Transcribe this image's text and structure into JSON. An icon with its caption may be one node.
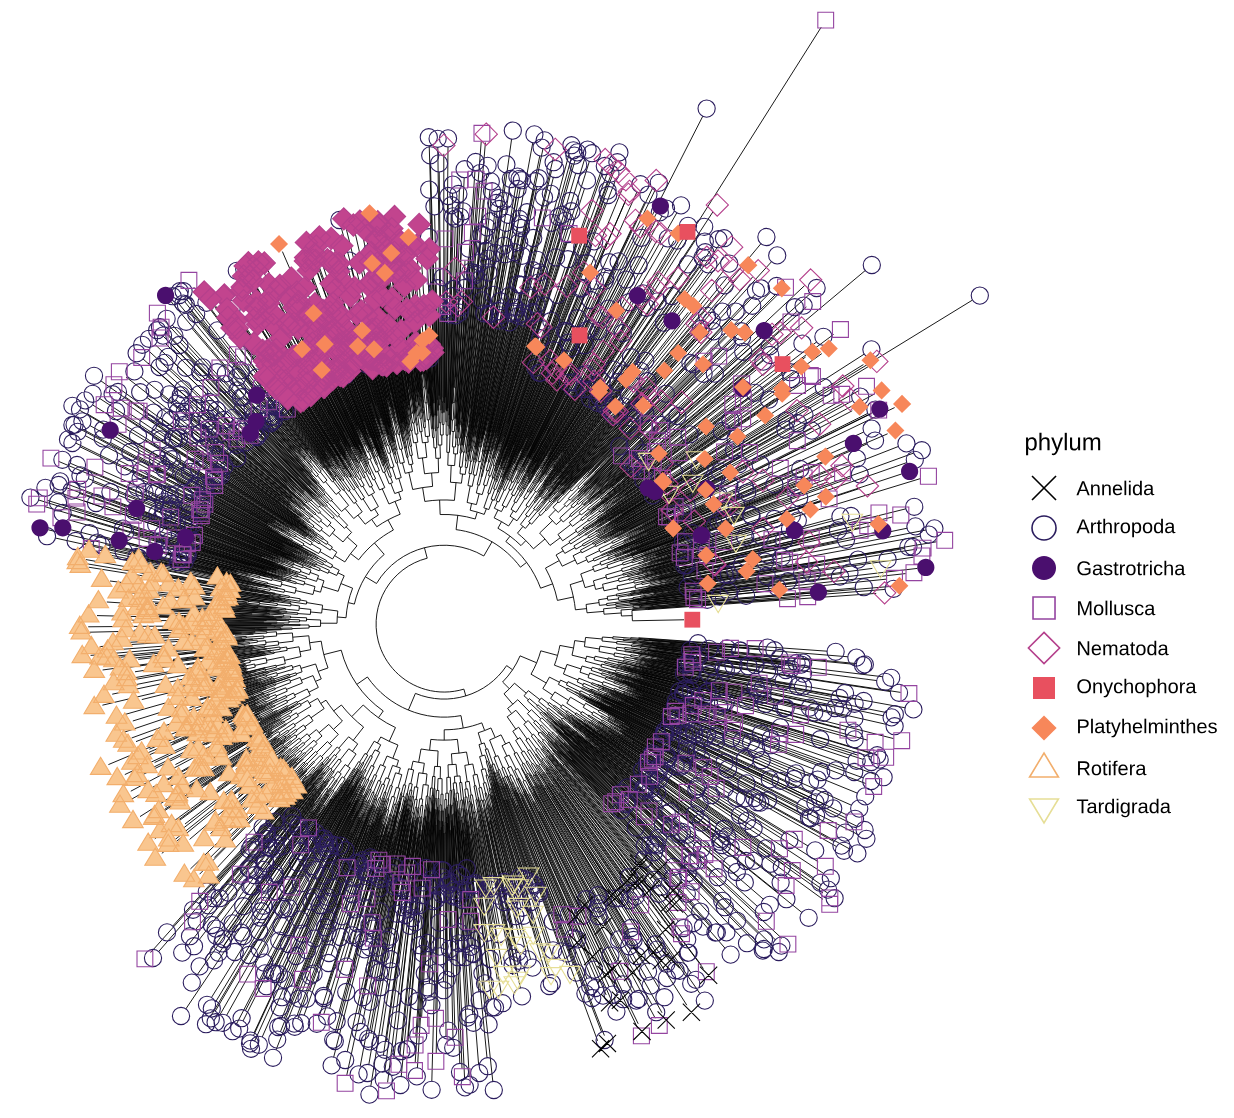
{
  "diagram": {
    "labels": [
      "phylum"
    ],
    "legend": [
      {
        "text": "Annelida"
      },
      {
        "text": "Arthropoda"
      },
      {
        "text": "Gastrotricha"
      },
      {
        "text": "Mollusca"
      },
      {
        "text": "Nematoda"
      },
      {
        "text": "Onychophora"
      },
      {
        "text": "Platyhelminthes"
      },
      {
        "text": "Rotifera"
      },
      {
        "text": "Tardigrada"
      }
    ]
  }
}
